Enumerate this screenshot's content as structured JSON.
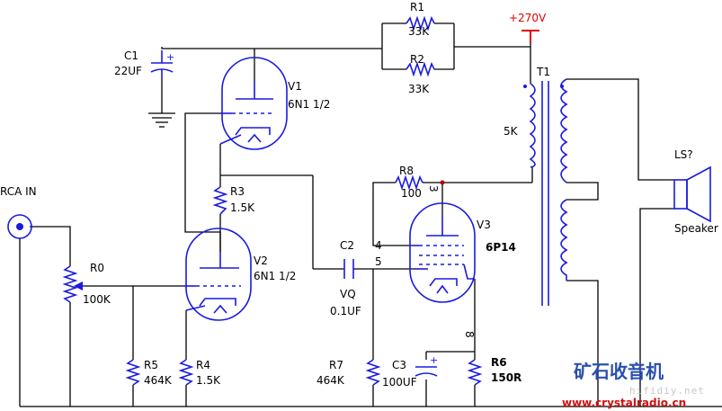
{
  "supply": "+270V",
  "r1": {
    "ref": "R1",
    "value": "33K"
  },
  "r2": {
    "ref": "R2",
    "value": "33K"
  },
  "c1": {
    "ref": "C1",
    "value": "22UF",
    "polarity": "+"
  },
  "v1": {
    "ref": "V1",
    "type": "6N1 1/2"
  },
  "v2": {
    "ref": "V2",
    "type": "6N1 1/2"
  },
  "v3": {
    "ref": "V3",
    "type": "6P14"
  },
  "r3": {
    "ref": "R3",
    "value": "1.5K"
  },
  "r8": {
    "ref": "R8",
    "value": "100"
  },
  "r0": {
    "ref": "R0",
    "value": "100K"
  },
  "r5": {
    "ref": "R5",
    "value": "464K"
  },
  "r4": {
    "ref": "R4",
    "value": "1.5K"
  },
  "r7": {
    "ref": "R7",
    "value": "464K"
  },
  "r6": {
    "ref": "R6",
    "value": "150R"
  },
  "c2": {
    "ref": "C2",
    "value": "VQ",
    "value2": "0.1UF"
  },
  "c3": {
    "ref": "C3",
    "value": "100UF",
    "polarity": "+"
  },
  "t1": {
    "ref": "T1",
    "impedance": "5K"
  },
  "ls": {
    "ref": "LS?",
    "label": "Speaker"
  },
  "rca": {
    "label": "RCA IN"
  },
  "pins": {
    "p3": "3",
    "p4": "4",
    "p5": "5",
    "p8": "8"
  },
  "brand": {
    "name": "矿石收音机",
    "url": "www.crystalradio.cn",
    "watermark": "hifidiy.net"
  },
  "colors": {
    "wire": "#000000",
    "component": "#1a1ae0",
    "supply": "#e00000"
  }
}
